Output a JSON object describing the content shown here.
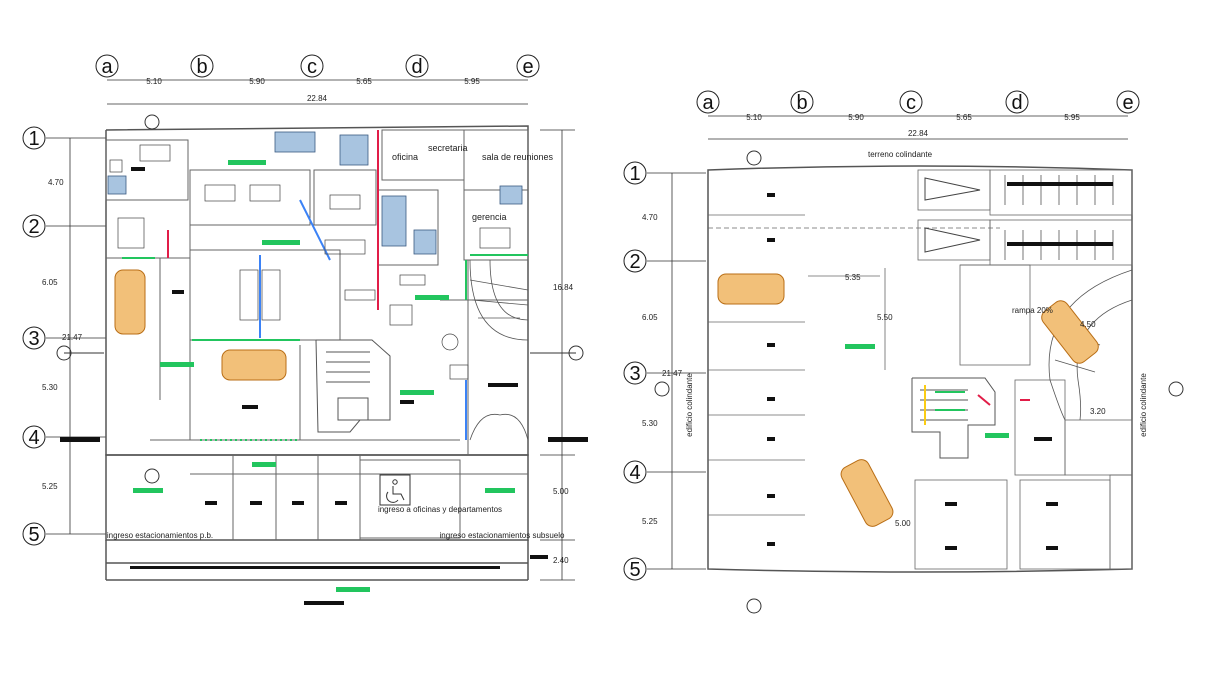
{
  "palette": {
    "line": "#444444",
    "wall": "#555555",
    "accent_green": "#22c55e",
    "accent_cyan": "#00e5c8",
    "accent_red": "#e11d48",
    "accent_blue": "#3b82f6",
    "accent_orange": "#e5a02a",
    "accent_yellow": "#facc15",
    "label_fill": "#111111"
  },
  "plan_left": {
    "axis_labels": [
      "a",
      "b",
      "c",
      "d",
      "e"
    ],
    "row_labels": [
      "1",
      "2",
      "3",
      "4",
      "5"
    ],
    "axis_spacings": [
      "5.10",
      "5.90",
      "5.65",
      "5.95"
    ],
    "total_width": "22.84",
    "row_spacings": [
      "4.70",
      "6.05",
      "5.30",
      "5.25"
    ],
    "total_height": "21.47",
    "right_dims": [
      "16.84",
      "5.00",
      "2.40"
    ],
    "rooms": [
      "secretaria",
      "oficina",
      "sala de reuniones",
      "gerencia"
    ],
    "notes": {
      "entrance_parking": "ingreso estacionamientos p.b.",
      "entrance_offices": "ingreso a oficinas y departamentos",
      "entrance_basement": "ingreso estacionamientos subsuelo"
    }
  },
  "plan_right": {
    "axis_labels": [
      "a",
      "b",
      "c",
      "d",
      "e"
    ],
    "row_labels": [
      "1",
      "2",
      "3",
      "4",
      "5"
    ],
    "axis_spacings": [
      "5.10",
      "5.90",
      "5.65",
      "5.95"
    ],
    "total_width": "22.84",
    "row_spacings": [
      "4.70",
      "6.05",
      "5.30",
      "5.25"
    ],
    "total_height": "21.47",
    "top_note": "terreno colindante",
    "side_note_left": "edificio colindante",
    "side_note_right": "edificio colindante",
    "ramp": "rampa 20%",
    "inner_dims": [
      "5.35",
      "5.50",
      "4.50",
      "3.20",
      "5.00"
    ]
  }
}
